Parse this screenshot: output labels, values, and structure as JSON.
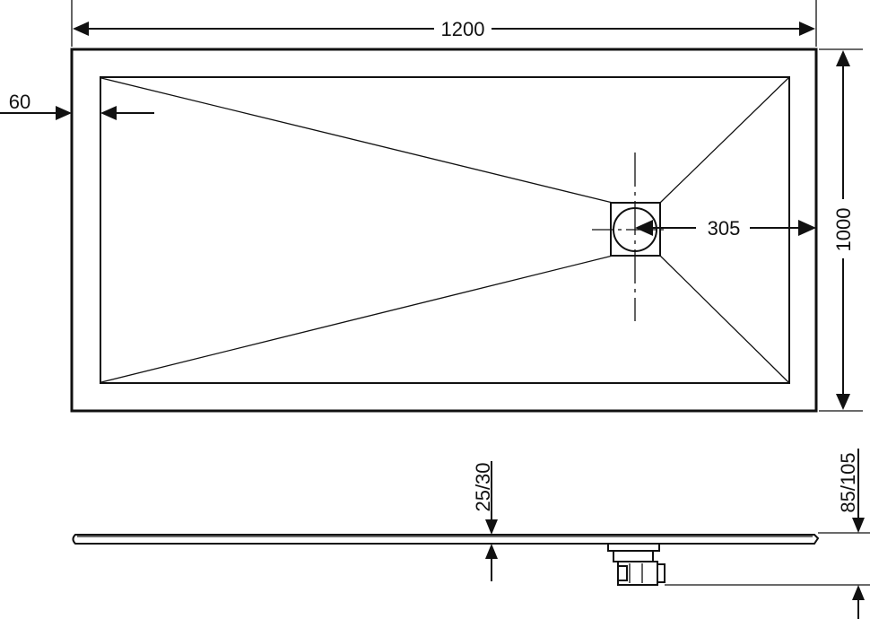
{
  "colors": {
    "line": "#111111",
    "background": "#ffffff"
  },
  "dimensions": {
    "length": "1200",
    "width": "1000",
    "rim": "60",
    "drain_offset": "305",
    "tray_thickness": "25/30",
    "total_height": "85/105"
  }
}
